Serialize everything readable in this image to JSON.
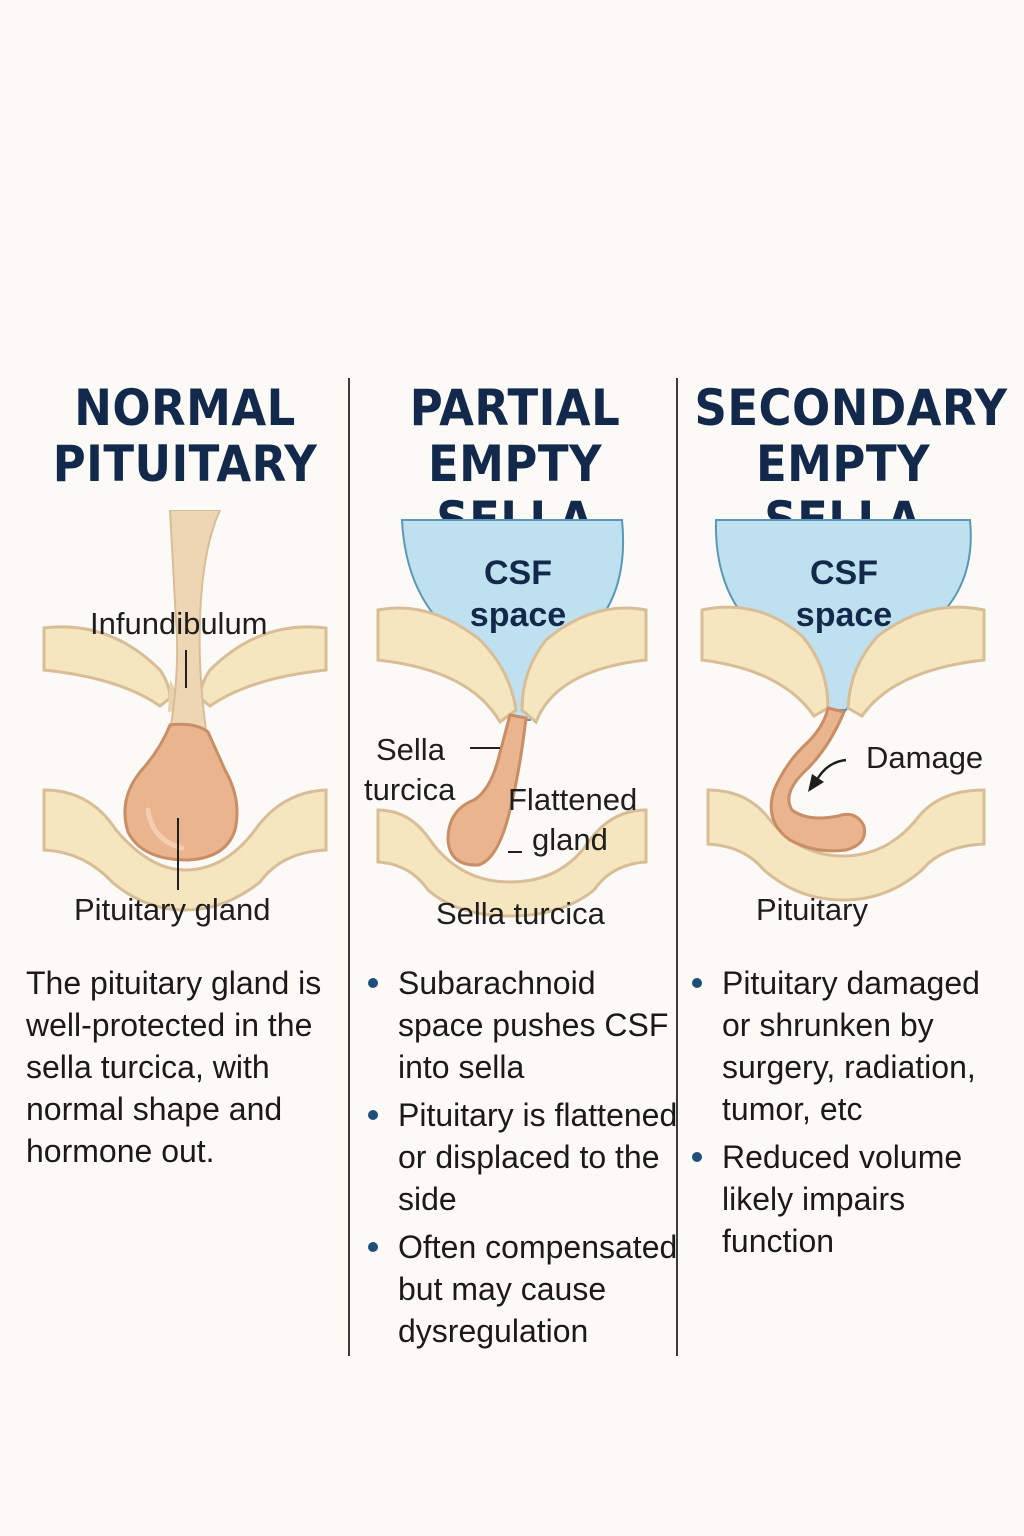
{
  "columns": [
    {
      "title_line1": "NORMAL",
      "title_line2": "PITUITARY",
      "labels": {
        "infundibulum": "Infundibulum",
        "gland": "Pituitary gland"
      },
      "description": "The pituitary gland is well-protected in the sella turcica, with normal shape and hormone out."
    },
    {
      "title_line1": "PARTIAL",
      "title_line2": "EMPTY SELLA",
      "labels": {
        "csf_line1": "CSF",
        "csf_line2": "space",
        "sella_line1": "Sella",
        "sella_line2": "turcica",
        "flattened_line1": "Flattened",
        "flattened_line2": "gland",
        "bottom": "Sella turcica"
      },
      "bullets": [
        "Subarachnoid space pushes CSF into sella",
        "Pituitary is flattened or displaced to the side",
        "Often compensated but may cause dysregulation"
      ]
    },
    {
      "title_line1": "SECONDARY",
      "title_line2": "EMPTY SELLA",
      "labels": {
        "csf_line1": "CSF",
        "csf_line2": "space",
        "damage": "Damage",
        "bottom": "Pituitary"
      },
      "bullets": [
        "Pituitary damaged or shrunken by surgery, radiation, tumor, etc",
        "Reduced volume likely impairs function"
      ]
    }
  ],
  "colors": {
    "title": "#13294b",
    "bone": "#f5e6c0",
    "bone_shadow": "#d8bd96",
    "gland": "#eab48e",
    "gland_dark": "#c98e65",
    "csf": "#bfe1ef",
    "bullet": "#1f4e79"
  }
}
